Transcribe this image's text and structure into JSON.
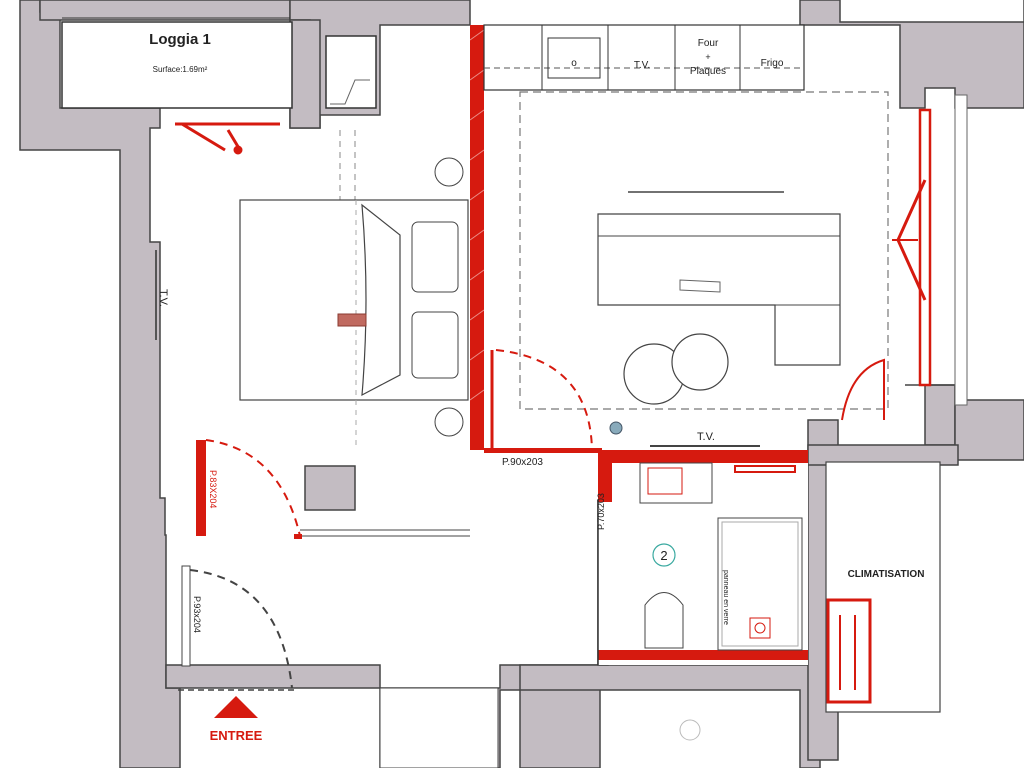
{
  "loggia": {
    "title": "Loggia 1",
    "surface": "Surface:1.69m²"
  },
  "kitchen": {
    "sink": "o",
    "tv": "T.V.",
    "oven_line1": "Four",
    "oven_plus": "+",
    "oven_line2": "Plaques",
    "fridge": "Frigo"
  },
  "living": {
    "tv_left": "T.V.",
    "tv_bottom": "T.V."
  },
  "doors": {
    "d1": "P.90x203",
    "d2": "P.70x203",
    "d3": "P.93x204",
    "d4": "P.83X204"
  },
  "bathroom": {
    "number": "2",
    "glass_panel": "panneau en verre"
  },
  "utility": {
    "label": "CLIMATISATION"
  },
  "entrance": {
    "label": "ENTREE"
  },
  "colors": {
    "wall": "#c3bcc2",
    "accent": "#d61a0f",
    "line": "#333333"
  }
}
